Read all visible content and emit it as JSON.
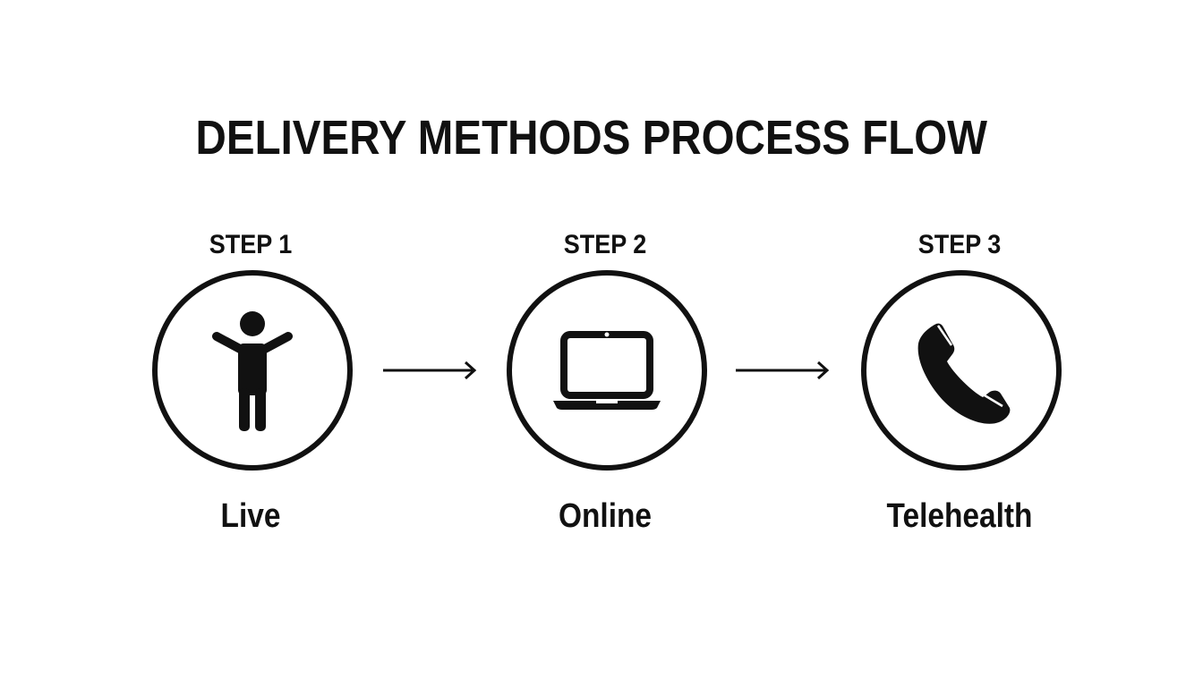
{
  "title": "DELIVERY METHODS PROCESS FLOW",
  "steps": [
    {
      "step": "STEP 1",
      "label": "Live",
      "icon": "person-icon"
    },
    {
      "step": "STEP 2",
      "label": "Online",
      "icon": "laptop-icon"
    },
    {
      "step": "STEP 3",
      "label": "Telehealth",
      "icon": "phone-icon"
    }
  ],
  "colors": {
    "ink": "#111111",
    "background": "#ffffff"
  }
}
